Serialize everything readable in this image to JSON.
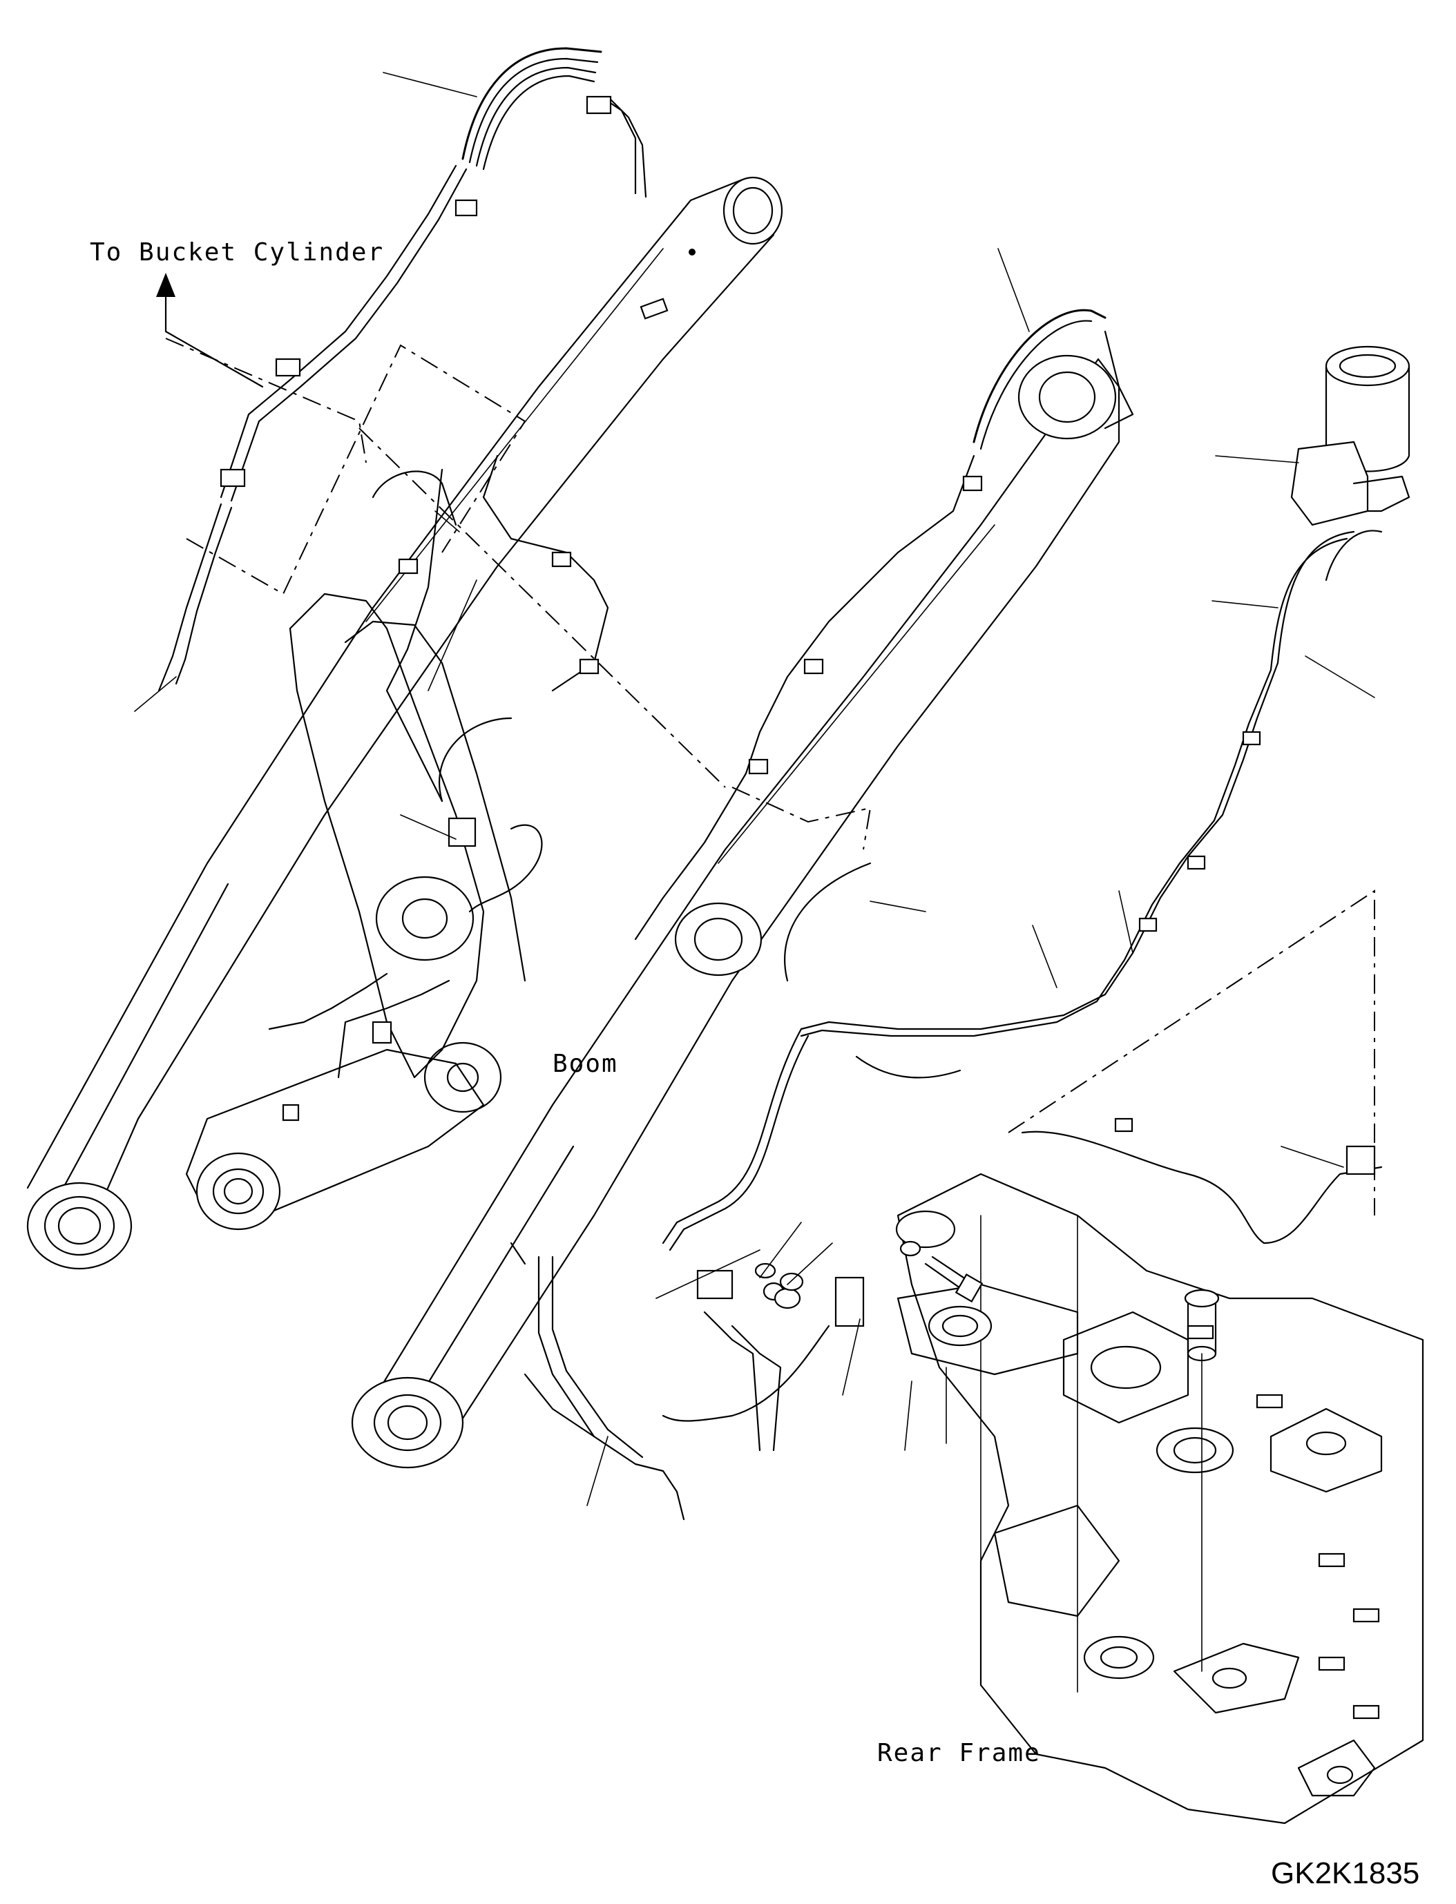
{
  "labels": {
    "to_bucket_cylinder": "To Bucket Cylinder",
    "boom": "Boom",
    "rear_frame": "Rear Frame"
  },
  "figure_code": "GK2K1835"
}
